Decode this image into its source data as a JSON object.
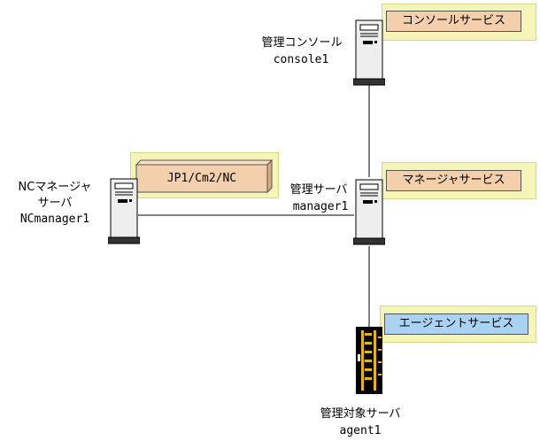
{
  "nodes": {
    "console": {
      "title": "管理コンソール",
      "host": "console1",
      "service": "コンソールサービス"
    },
    "manager": {
      "title": "管理サーバ",
      "host": "manager1",
      "service": "マネージャサービス"
    },
    "nc_manager": {
      "title_line1": "NCマネージャ",
      "title_line2": "サーバ",
      "host": "NCmanager1",
      "service": "JP1/Cm2/NC"
    },
    "agent": {
      "title": "管理対象サーバ",
      "host": "agent1",
      "service": "エージェントサービス"
    }
  },
  "colors": {
    "panel": "#f5f5b8",
    "service_orange": "#f4cfab",
    "service_blue": "#a9d2f3",
    "server_body": "#eeeeee",
    "rack_gold": "#e8b21c"
  }
}
